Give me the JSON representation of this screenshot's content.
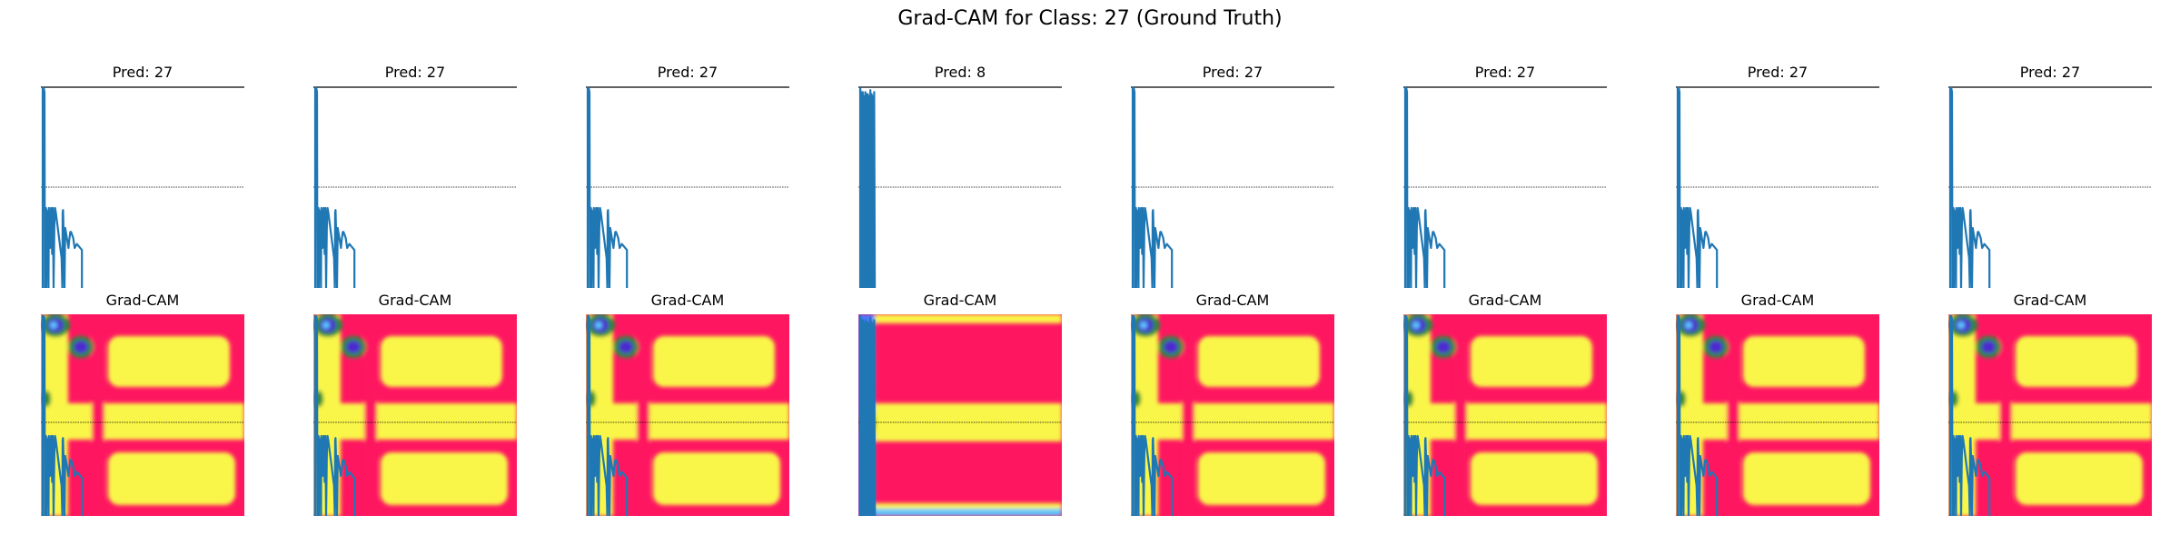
{
  "suptitle": "Grad-CAM for Class: 27 (Ground Truth)",
  "colors": {
    "signal": "#1f77b4",
    "frame": "#000000",
    "midline": "#000000",
    "cam_background": "#fe1760",
    "cam_warm": "#f9f64a",
    "cam_green": "#2a8a3a",
    "cam_blue": "#4a7aff",
    "cam_violet": "#4b2bd0",
    "cam_cyan": "#5cc8ff"
  },
  "chart_data": {
    "type": "grid",
    "rows": [
      "signal",
      "gradcam"
    ],
    "columns": [
      {
        "signal_title": "Pred: 27",
        "cam_title": "Grad-CAM",
        "variant": "normal"
      },
      {
        "signal_title": "Pred: 27",
        "cam_title": "Grad-CAM",
        "variant": "normal"
      },
      {
        "signal_title": "Pred: 27",
        "cam_title": "Grad-CAM",
        "variant": "normal"
      },
      {
        "signal_title": "Pred: 8",
        "cam_title": "Grad-CAM",
        "variant": "misclassified"
      },
      {
        "signal_title": "Pred: 27",
        "cam_title": "Grad-CAM",
        "variant": "normal"
      },
      {
        "signal_title": "Pred: 27",
        "cam_title": "Grad-CAM",
        "variant": "normal"
      },
      {
        "signal_title": "Pred: 27",
        "cam_title": "Grad-CAM",
        "variant": "normal"
      },
      {
        "signal_title": "Pred: 27",
        "cam_title": "Grad-CAM",
        "variant": "normal"
      }
    ]
  }
}
